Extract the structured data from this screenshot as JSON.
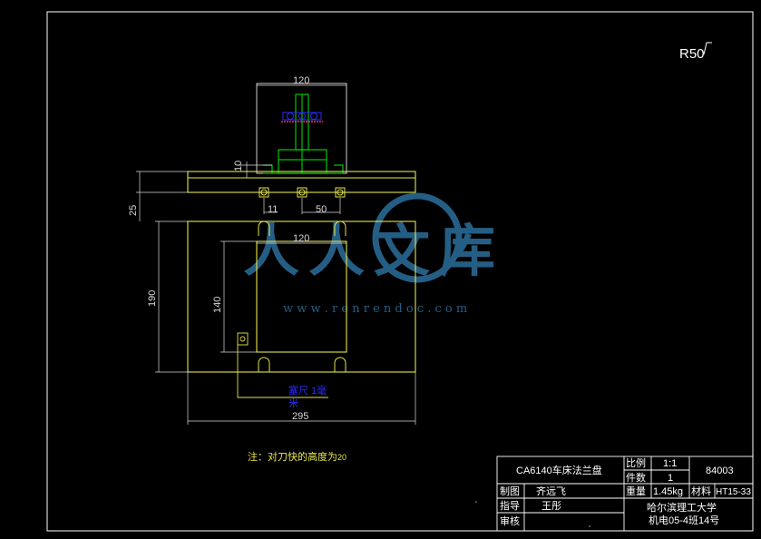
{
  "colors": {
    "background": "#000000",
    "frame": "#ffffff",
    "part": "#e6e64a",
    "fixture": "#00c400",
    "dimension": "#d8d8d8",
    "label": "#2a2aff",
    "note": "#e6e64a",
    "watermark": "#2c6f9c"
  },
  "surface_finish": "R50",
  "dimensions": {
    "top_width": "120",
    "plate_thickness": "10",
    "overall_height": "25",
    "left_slot_offset": "11",
    "slot_spacing": "50",
    "inner_width": "120",
    "inner_height": "140",
    "outer_height": "190",
    "overall_width": "295"
  },
  "label_text": {
    "line1": "塞尺 1毫",
    "line2": "米"
  },
  "note": {
    "prefix": "注：对刀快的高度为",
    "value": "20"
  },
  "watermark": {
    "text": "人人文库",
    "url": "w w w . r e n r e n d o c . c o m"
  },
  "title_block": {
    "part_name": "CA6140车床法兰盘",
    "scale_label": "比例",
    "scale_value": "1:1",
    "qty_label": "件数",
    "qty_value": "1",
    "drawing_no": "84003",
    "drawn_label": "制图",
    "drawn_name": "齐远飞",
    "weight_label": "重量",
    "weight_value": "1.45kg",
    "material_label": "材料",
    "material_value": "HT15-33",
    "guide_label": "指导",
    "guide_name": "王彤",
    "school": "哈尔滨理工大学",
    "class": "机电05-4班14号",
    "review_label": "审核"
  }
}
